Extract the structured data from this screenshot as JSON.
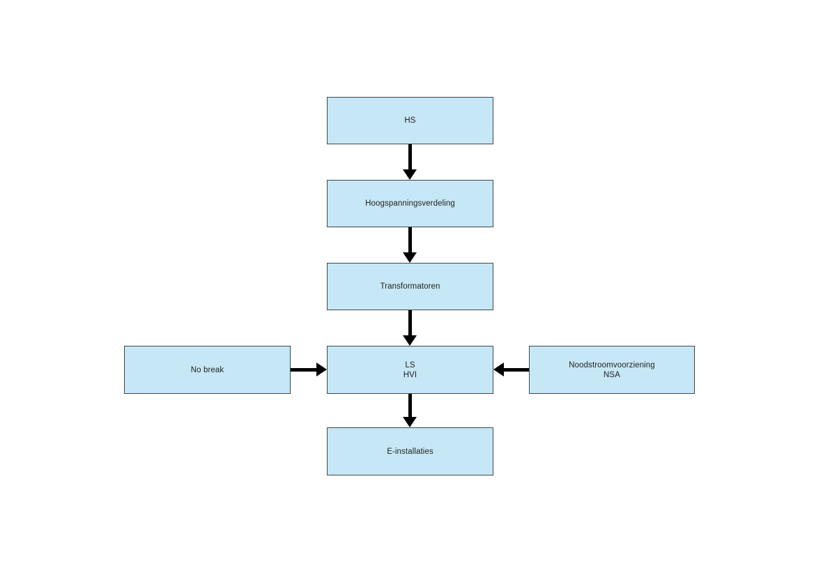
{
  "colors": {
    "box_fill": "#c6e7f5",
    "box_border": "#3d464c",
    "arrow": "#000000",
    "text": "#1f1f1f",
    "page_bg": "#ffffff"
  },
  "nodes": {
    "hs": {
      "label": "HS"
    },
    "hoogspanningsverdeling": {
      "label": "Hoogspanningsverdeling"
    },
    "transformatoren": {
      "label": "Transformatoren"
    },
    "ls_hvi": {
      "line1": "LS",
      "line2": "HVI"
    },
    "no_break": {
      "label": "No break"
    },
    "noodstroomvoorziening": {
      "line1": "Noodstroomvoorziening",
      "line2": "NSA"
    },
    "e_installaties": {
      "label": "E-installaties"
    }
  },
  "edges": [
    {
      "from": "hs",
      "to": "hoogspanningsverdeling",
      "direction": "down"
    },
    {
      "from": "hoogspanningsverdeling",
      "to": "transformatoren",
      "direction": "down"
    },
    {
      "from": "transformatoren",
      "to": "ls_hvi",
      "direction": "down"
    },
    {
      "from": "no_break",
      "to": "ls_hvi",
      "direction": "right"
    },
    {
      "from": "noodstroomvoorziening",
      "to": "ls_hvi",
      "direction": "left"
    },
    {
      "from": "ls_hvi",
      "to": "e_installaties",
      "direction": "down"
    }
  ]
}
